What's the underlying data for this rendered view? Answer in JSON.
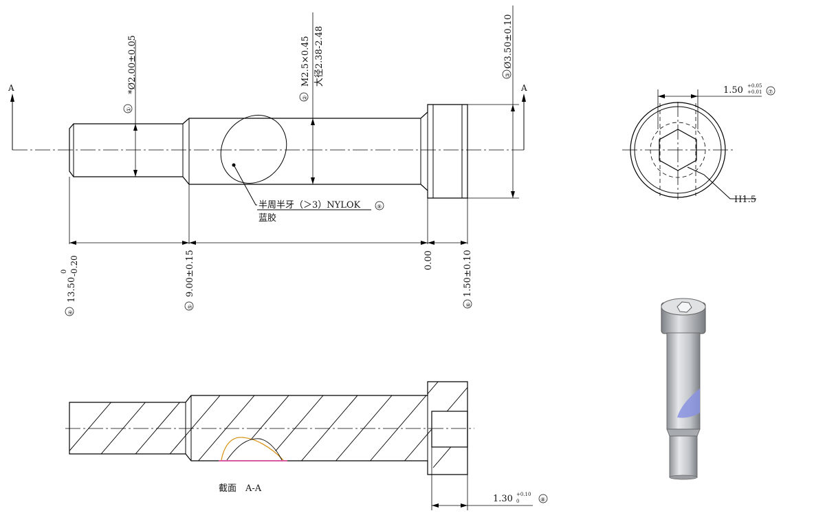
{
  "section_marks": {
    "left": "A",
    "right": "A"
  },
  "dims": {
    "d1": {
      "num": "①",
      "text": "*Ø2.00±0.05"
    },
    "d2": {
      "num": "②",
      "line1": "M2.5×0.45",
      "line2": "大径2.38-2.48"
    },
    "d3": {
      "num": "③",
      "text": "Ø3.50±0.10"
    },
    "d4": {
      "num": "④",
      "text": "13.50",
      "upper": "0",
      "lower": "-0.20"
    },
    "d5": {
      "num": "⑤",
      "text": "9.00±0.15"
    },
    "d_zero": {
      "text": "0.00"
    },
    "d6": {
      "num": "⑥",
      "text": "1.50±0.10"
    },
    "d7": {
      "num": "⑦",
      "text": "1.50",
      "upper": "+0.05",
      "lower": "+0.01"
    },
    "d8": {
      "num": "⑧",
      "text": "1.30",
      "upper": "+0.10",
      "lower": "0"
    },
    "d9": {
      "num": "⑨",
      "line1": "半周半牙（＞3）NYLOK",
      "line2": "蓝胶"
    },
    "hex": {
      "text": "H1.5"
    }
  },
  "section_label": "截面　A-A",
  "colors": {
    "nylok_outline": "#d9961c",
    "nylok_base": "#e0389a",
    "model_body": "#c9ccd0",
    "model_patch": "#8a93e0"
  }
}
